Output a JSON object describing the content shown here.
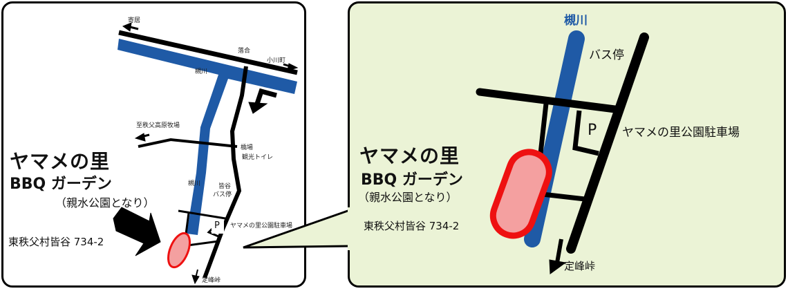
{
  "colors": {
    "river": "#1f5aa6",
    "road": "#000000",
    "site_fill": "#f4a0a0",
    "site_border": "#ee1111",
    "zoom_bg": "#ebf3d6"
  },
  "overview_map": {
    "labels": {
      "yorii": "寄居",
      "ochiai": "落合",
      "ogawamachi": "小川町",
      "river_top": "槻川",
      "river_mid": "槻川",
      "to_ranch": "至秩父高原牧場",
      "hashiba": "橋場",
      "toilet": "観光トイレ",
      "kaiya": "皆谷",
      "bus_stop": "バス停",
      "parking_p": "P",
      "parking": "ヤマメの里公園駐車場",
      "sadamine": "定峰峠"
    },
    "title": {
      "line1": "ヤマメの里",
      "line2": "BBQ ガーデン",
      "line3": "（親水公園となり）"
    },
    "address": "東秩父村皆谷 734-2"
  },
  "detail_map": {
    "labels": {
      "river": "槻川",
      "bus_stop": "バス停",
      "parking_p": "P",
      "parking": "ヤマメの里公園駐車場",
      "sadamine": "定峰峠"
    },
    "title": {
      "line1": "ヤマメの里",
      "line2": "BBQ ガーデン",
      "line3": "（親水公園となり）"
    },
    "address": "東秩父村皆谷 734-2"
  }
}
